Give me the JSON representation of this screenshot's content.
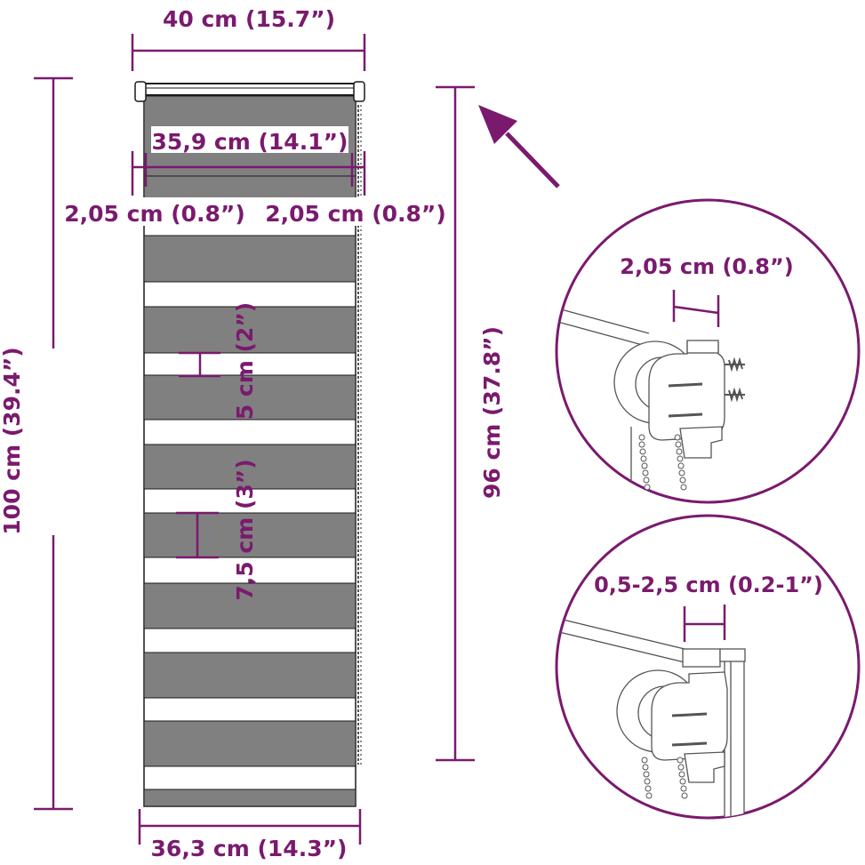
{
  "colors": {
    "accent": "#7a1a6e",
    "fabric_dark": "#808080",
    "fabric_light": "#ffffff",
    "outline": "#1a1a1a",
    "detail_line": "#555555"
  },
  "dimensions": {
    "top_width": "40 cm (15.7”)",
    "inner_width": "35,9 cm (14.1”)",
    "left_margin": "2,05 cm (0.8”)",
    "right_margin": "2,05 cm (0.8”)",
    "total_height": "100 cm (39.4”)",
    "fabric_height": "96 cm (37.8”)",
    "stripe_small": "5 cm (2”)",
    "stripe_large": "7,5 cm (3”)",
    "bottom_width": "36,3 cm (14.3”)"
  },
  "details": {
    "wall_mount_gap": "2,05 cm (0.8”)",
    "clamp_range": "0,5-2,5 cm (0.2-1”)"
  },
  "icons": {
    "pointer": "arrow-icon",
    "screws": "screw-icon",
    "bracket": "bracket-icon",
    "chain": "bead-chain-icon"
  }
}
